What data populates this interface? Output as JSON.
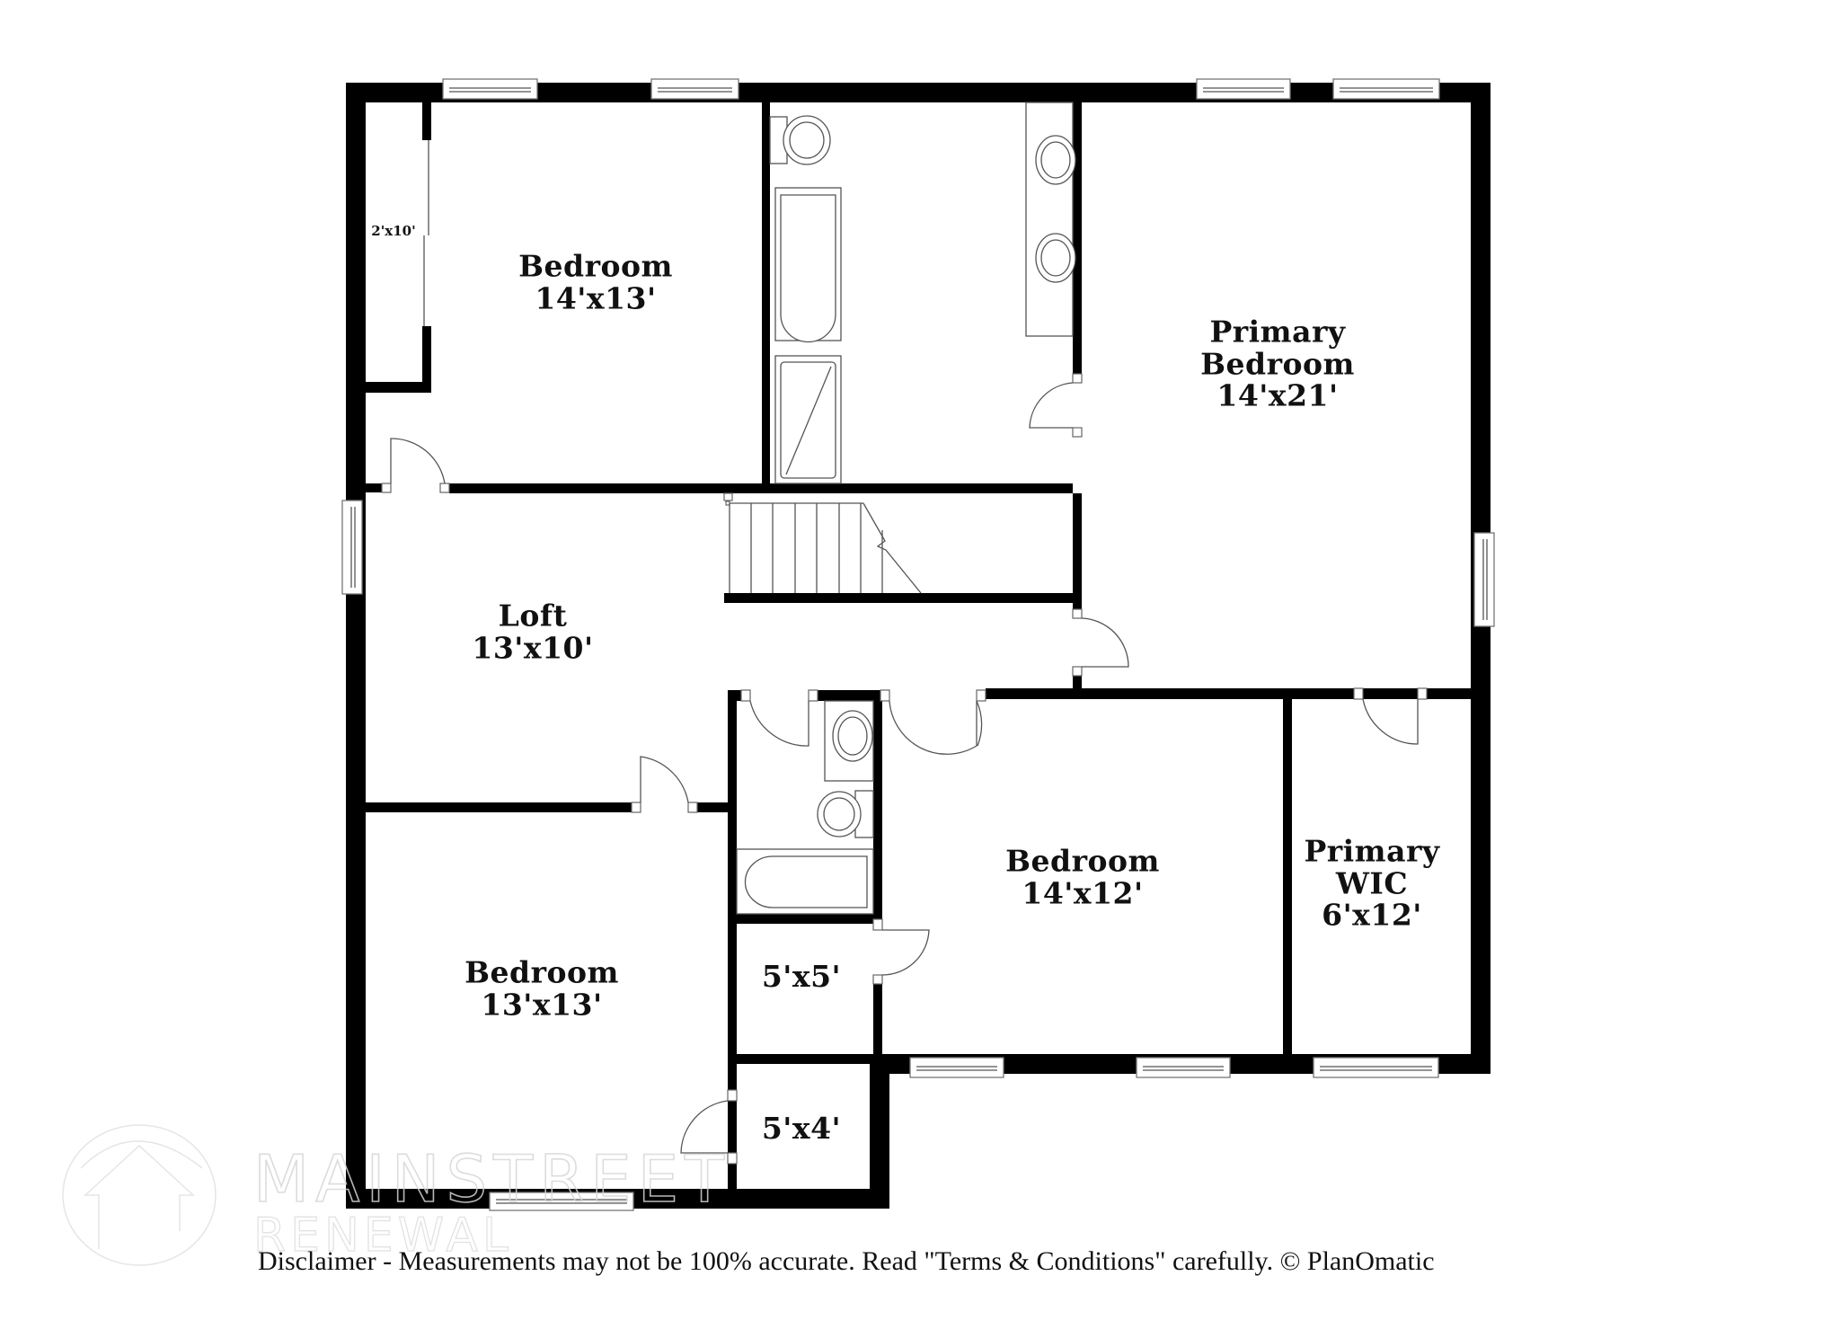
{
  "plan": {
    "rooms": [
      {
        "id": "bedroom-nw",
        "name": "Bedroom",
        "size": "14'x13'"
      },
      {
        "id": "closet-nw",
        "name": "",
        "size": "2'x10'"
      },
      {
        "id": "primary-bedroom",
        "name_line1": "Primary",
        "name_line2": "Bedroom",
        "size": "14'x21'"
      },
      {
        "id": "loft",
        "name": "Loft",
        "size": "13'x10'"
      },
      {
        "id": "bedroom-sw",
        "name": "Bedroom",
        "size": "13'x13'"
      },
      {
        "id": "bedroom-s",
        "name": "Bedroom",
        "size": "14'x12'"
      },
      {
        "id": "primary-wic",
        "name_line1": "Primary",
        "name_line2": "WIC",
        "size": "6'x12'"
      },
      {
        "id": "closet-5x5",
        "name": "",
        "size": "5'x5'"
      },
      {
        "id": "closet-5x4",
        "name": "",
        "size": "5'x4'"
      }
    ],
    "colors": {
      "wall": "#000000",
      "background": "#ffffff",
      "fixture_stroke": "#555555"
    }
  },
  "watermark": {
    "line1": "MAINSTREET",
    "line2": "RENEWAL",
    "mark": "®"
  },
  "disclaimer": "Disclaimer - Measurements may not be 100% accurate. Read \"Terms & Conditions\" carefully. © PlanOmatic"
}
